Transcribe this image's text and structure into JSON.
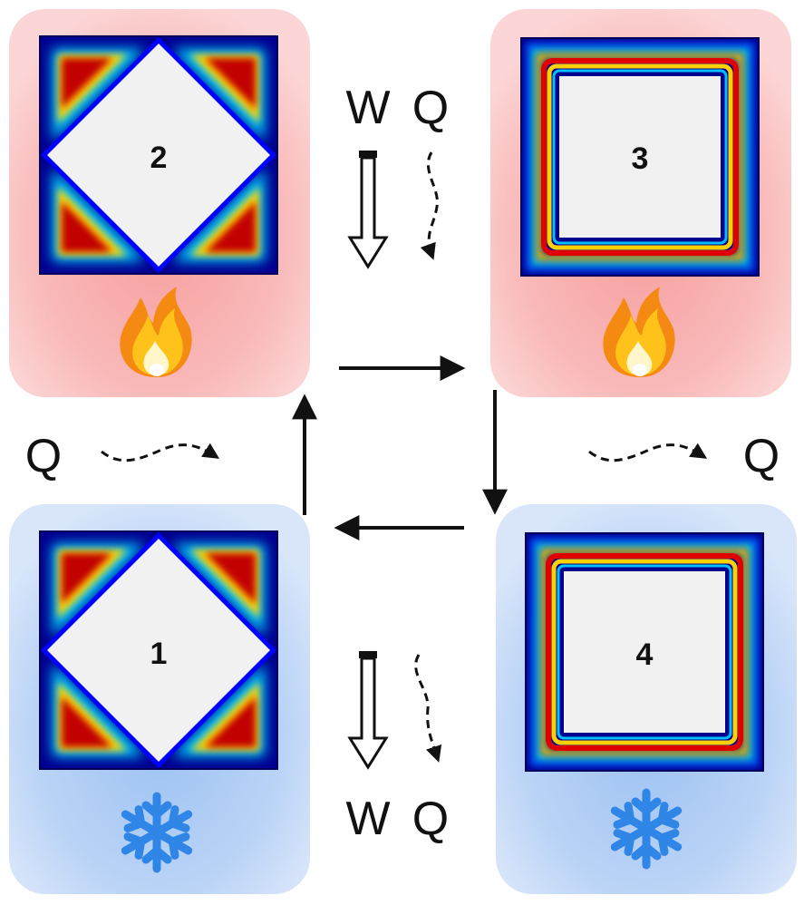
{
  "colors": {
    "hot_panel": "#f9b7b7",
    "hot_panel_edge": "#fbd0d0",
    "cold_panel": "#a9c9f4",
    "cold_panel_edge": "#d3e3f9",
    "cavity": "#f1f1f1",
    "field_low": "#00008f",
    "field_high": "#8f0000",
    "arrow": "#111111",
    "snowflake": "#2f86e6"
  },
  "stages": [
    {
      "id": "1",
      "label": "1",
      "bath": "cold",
      "bath_icon": "snowflake-icon",
      "cavity_shape": "diamond"
    },
    {
      "id": "2",
      "label": "2",
      "bath": "hot",
      "bath_icon": "flame-icon",
      "cavity_shape": "diamond"
    },
    {
      "id": "3",
      "label": "3",
      "bath": "hot",
      "bath_icon": "flame-icon",
      "cavity_shape": "square"
    },
    {
      "id": "4",
      "label": "4",
      "bath": "cold",
      "bath_icon": "snowflake-icon",
      "cavity_shape": "square"
    }
  ],
  "transitions": [
    {
      "from": "1",
      "to": "2",
      "direction": "up"
    },
    {
      "from": "2",
      "to": "3",
      "direction": "right"
    },
    {
      "from": "3",
      "to": "4",
      "direction": "down"
    },
    {
      "from": "4",
      "to": "1",
      "direction": "left"
    }
  ],
  "labels": {
    "top_work": "W",
    "top_heat": "Q",
    "bottom_work": "W",
    "bottom_heat": "Q",
    "left_heat": "Q",
    "right_heat": "Q"
  }
}
